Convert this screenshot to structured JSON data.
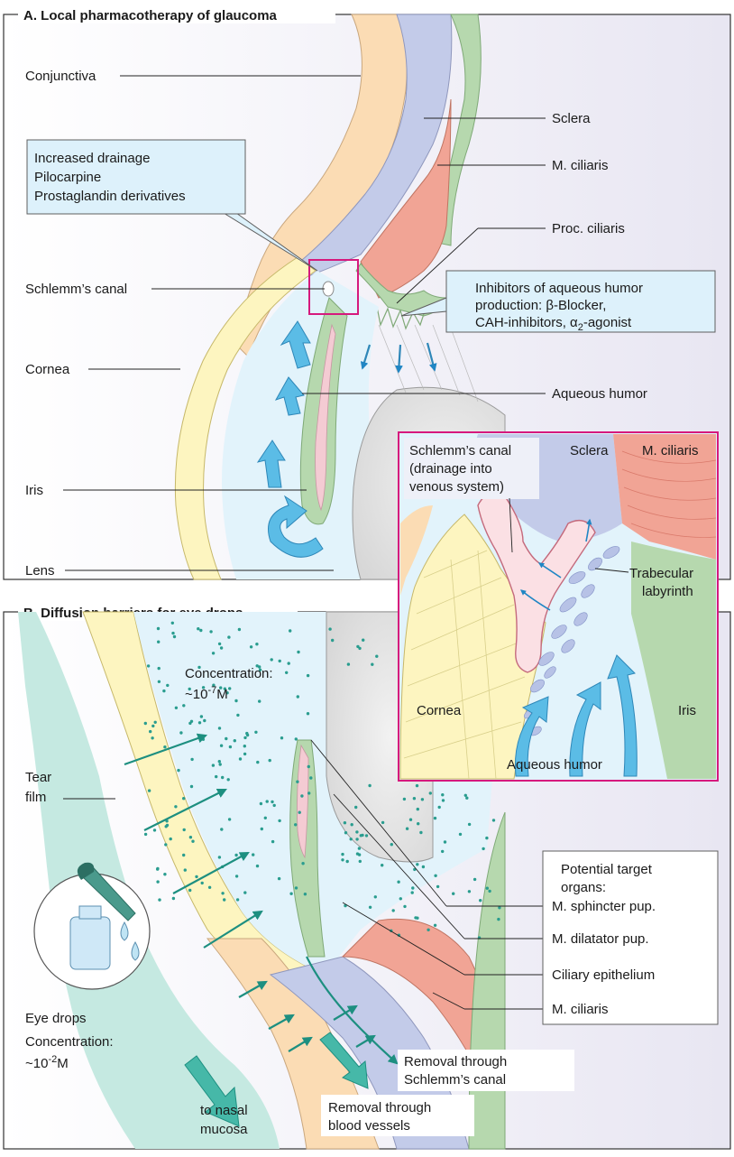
{
  "section_a": {
    "title": "A. Local pharmacotherapy of glaucoma"
  },
  "section_b": {
    "title": "B. Diffusion barriers for eye drops"
  },
  "labels_a": {
    "conjunctiva": "Conjunctiva",
    "sclera": "Sclera",
    "m_ciliaris": "M. ciliaris",
    "proc_ciliaris": "Proc. ciliaris",
    "schlemm": "Schlemm’s canal",
    "cornea": "Cornea",
    "aqueous_humor": "Aqueous humor",
    "iris": "Iris",
    "lens": "Lens"
  },
  "box_drainage": {
    "lines": [
      "Increased drainage",
      "Pilocarpine",
      "Prostaglandin derivatives"
    ]
  },
  "box_inhibitors": {
    "line1": "Inhibitors of aqueous humor",
    "line2": "production: β-Blocker,",
    "line3_prefix": "CAH-inhibitors, α",
    "line3_sub": "2",
    "line3_suffix": "-agonist"
  },
  "inset": {
    "schlemm_line1": "Schlemm’s canal",
    "schlemm_line2": "(drainage into",
    "schlemm_line3": "venous system)",
    "sclera": "Sclera",
    "m_ciliaris": "M. ciliaris",
    "trabecular_line1": "Trabecular",
    "trabecular_line2": "labyrinth",
    "cornea": "Cornea",
    "iris": "Iris",
    "aqueous_humor": "Aqueous humor"
  },
  "labels_b": {
    "concentration_low_label": "Concentration:",
    "concentration_low_prefix": "~10",
    "concentration_low_exp": "-7",
    "concentration_low_unit": "M",
    "tear_film_line1": "Tear",
    "tear_film_line2": "film",
    "eye_drops": "Eye drops",
    "concentration_high_label": "Concentration:",
    "concentration_high_prefix": "~10",
    "concentration_high_exp": "-2",
    "concentration_high_unit": "M",
    "to_nasal_line1": "to nasal",
    "to_nasal_line2": "mucosa",
    "removal_schlemm_line1": "Removal through",
    "removal_schlemm_line2": "Schlemm’s canal",
    "removal_vessels_line1": "Removal through",
    "removal_vessels_line2": "blood vessels"
  },
  "targets": {
    "title_line1": "Potential target",
    "title_line2": "organs:",
    "items": [
      "M. sphincter pup.",
      "M.  dilatator pup.",
      "Ciliary epithelium",
      "M. ciliaris"
    ]
  },
  "colors": {
    "conjunctiva": "#fbdcb4",
    "sclera": "#c3cbe9",
    "ciliary_muscle": "#f1a495",
    "ciliary_green": "#b6d8ae",
    "cornea": "#fdf5c0",
    "aqueous": "#e2f3fb",
    "lens": "#e6e6e6",
    "iris_pink": "#f4cbd3",
    "tear_film": "#c5e9e1",
    "arrow_blue": "#5bbce6",
    "teal": "#2a9d8f",
    "magenta": "#d6197d",
    "box_fill": "#ddf1fb"
  }
}
